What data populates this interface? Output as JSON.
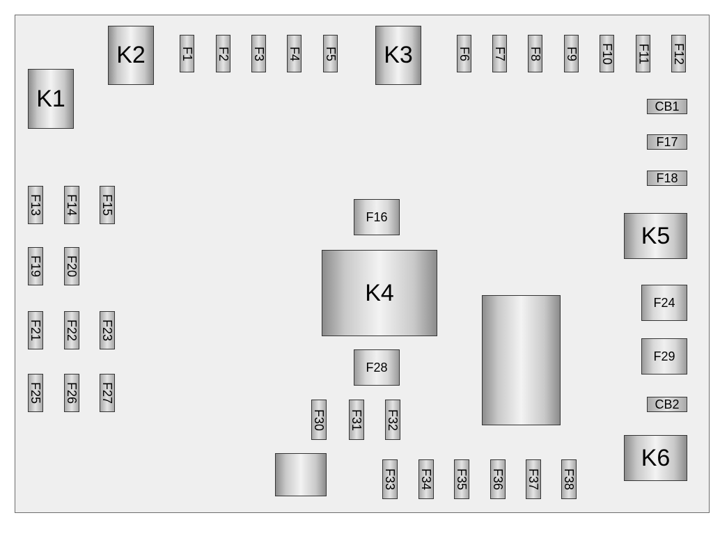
{
  "components": {
    "K1": "K1",
    "K2": "K2",
    "K3": "K3",
    "K4": "K4",
    "K5": "K5",
    "K6": "K6",
    "F1": "F1",
    "F2": "F2",
    "F3": "F3",
    "F4": "F4",
    "F5": "F5",
    "F6": "F6",
    "F7": "F7",
    "F8": "F8",
    "F9": "F9",
    "F10": "F10",
    "F11": "F11",
    "F12": "F12",
    "CB1": "CB1",
    "F17": "F17",
    "F18": "F18",
    "F13": "F13",
    "F14": "F14",
    "F15": "F15",
    "F16": "F16",
    "F19": "F19",
    "F20": "F20",
    "F21": "F21",
    "F22": "F22",
    "F23": "F23",
    "F24": "F24",
    "F25": "F25",
    "F26": "F26",
    "F27": "F27",
    "F28": "F28",
    "F29": "F29",
    "CB2": "CB2",
    "F30": "F30",
    "F31": "F31",
    "F32": "F32",
    "F33": "F33",
    "F34": "F34",
    "F35": "F35",
    "F36": "F36",
    "F37": "F37",
    "F38": "F38"
  }
}
